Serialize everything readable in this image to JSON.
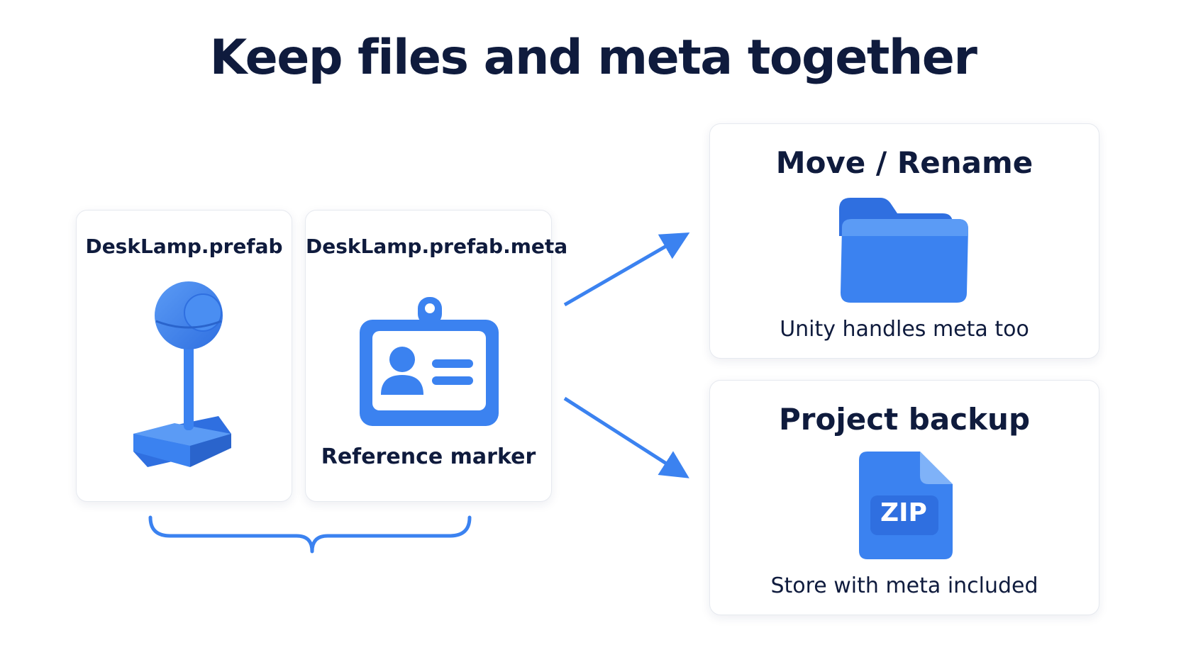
{
  "title": "Keep files and meta together",
  "left_group": {
    "prefab_card": {
      "label": "DeskLamp.prefab",
      "icon": "desk-lamp-icon"
    },
    "meta_card": {
      "label": "DeskLamp.prefab.meta",
      "caption": "Reference marker",
      "icon": "id-badge-icon"
    }
  },
  "right_group": {
    "move_card": {
      "title": "Move / Rename",
      "caption": "Unity handles meta too",
      "icon": "folder-icon"
    },
    "backup_card": {
      "title": "Project backup",
      "badge": "ZIP",
      "caption": "Store with meta included",
      "icon": "zip-file-icon"
    }
  },
  "colors": {
    "accent": "#3b82f0",
    "accent_dark": "#2f6fe0",
    "title_text": "#0f1b3d",
    "card_border": "#e6e9ef"
  }
}
